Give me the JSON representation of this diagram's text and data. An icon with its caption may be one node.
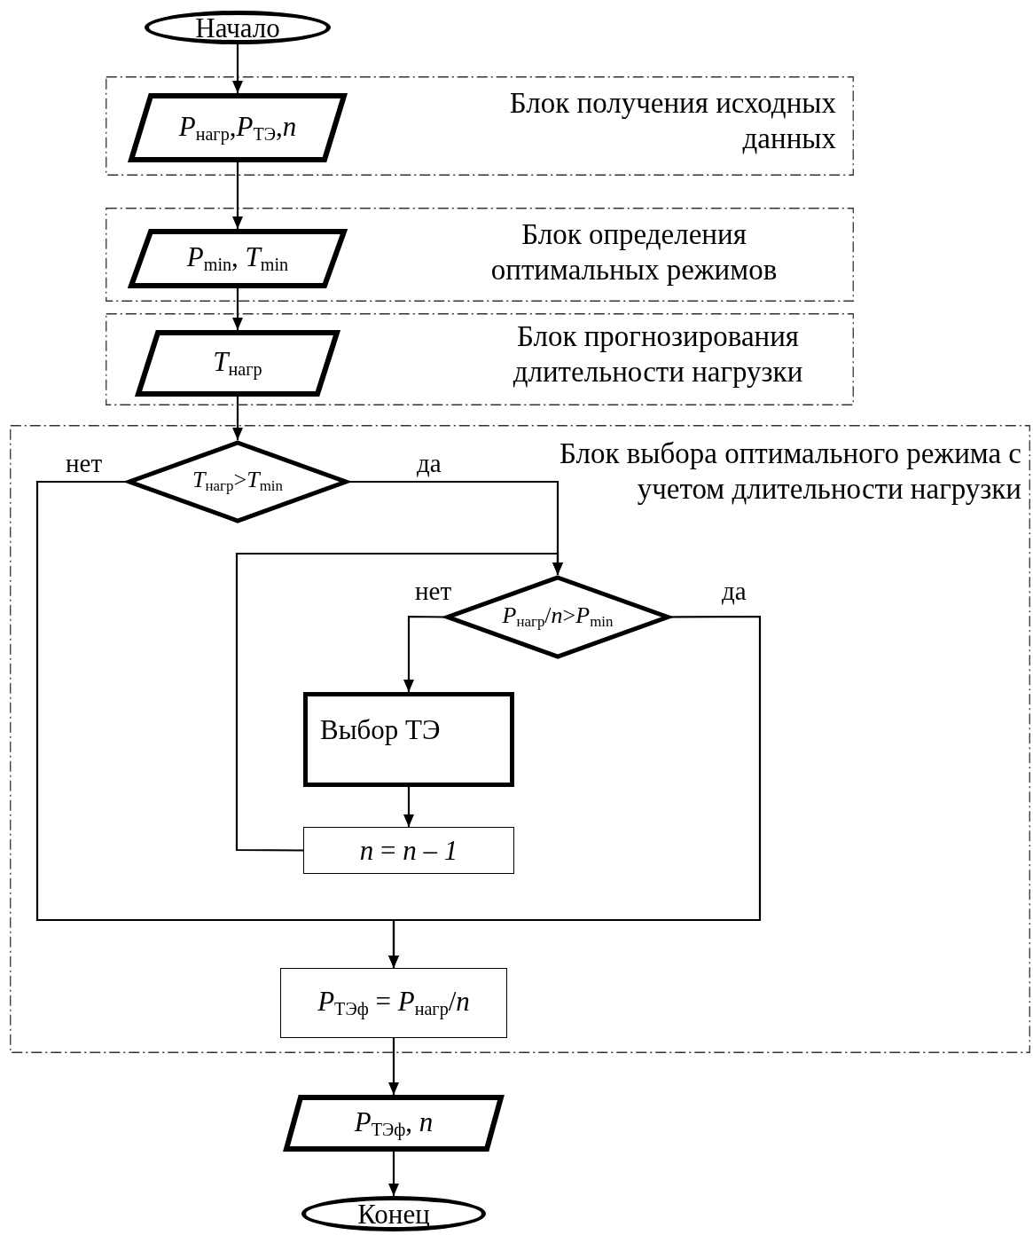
{
  "diagram": {
    "nodes": [
      {
        "text": [
          "Начало"
        ]
      },
      {
        "text": [
          "Блок получения исходных данных"
        ]
      },
      {
        "text": [
          "*P*$_{нагр}$,*P*$_{ТЭ}$,*n*"
        ],
        "in": 1
      },
      {
        "text": [
          "Блок определения оптимальных режимов"
        ]
      },
      {
        "text": [
          "*P*$_{min}$, *T*$_{min}$"
        ],
        "in": 3
      },
      {
        "text": [
          "Блок прогнозирования длительности нагрузки"
        ]
      },
      {
        "text": [
          "*T*$_{нагр}$"
        ],
        "in": 5
      },
      {
        "text": [
          "Блок выбора оптимального режима с учетом длительности нагрузки"
        ]
      },
      {
        "text": [
          "*T*$_{нагр}$>*T*$_{min}$"
        ],
        "in": 7
      },
      {
        "text": [
          "*P*$_{нагр}$/*n*>*P*$_{min}$"
        ],
        "in": 7
      },
      {
        "text": [
          "Выбор ТЭ"
        ],
        "in": 7
      },
      {
        "text": [
          "*n* = *n* – *1*"
        ],
        "in": 7
      },
      {
        "text": [
          "*P*$_{ТЭф}$ = *P*$_{нагр}$/*n*"
        ],
        "in": 7
      },
      {
        "text": [
          "*P*$_{ТЭф}$, *n*"
        ]
      },
      {
        "text": [
          "Конец"
        ]
      }
    ],
    "edges": [
      {
        "from": 0,
        "to": 2,
        "arrow": "to"
      },
      {
        "from": 2,
        "to": 4,
        "arrow": "to"
      },
      {
        "from": 4,
        "to": 6,
        "arrow": "to"
      },
      {
        "from": 6,
        "to": 8,
        "arrow": "to"
      },
      {
        "from": 8,
        "to": 9,
        "arrow": "to",
        "label": "да"
      },
      {
        "from": 8,
        "to": 12,
        "arrow": "to",
        "label": "нет"
      },
      {
        "from": 9,
        "to": 12,
        "arrow": "to",
        "label": "да"
      },
      {
        "from": 9,
        "to": 10,
        "arrow": "to",
        "label": "нет"
      },
      {
        "from": 10,
        "to": 11,
        "arrow": "to"
      },
      {
        "from": 11,
        "to": 9,
        "arrow": "to"
      },
      {
        "from": 12,
        "to": 13,
        "arrow": "to"
      },
      {
        "from": 13,
        "to": 14,
        "arrow": "to"
      }
    ]
  }
}
